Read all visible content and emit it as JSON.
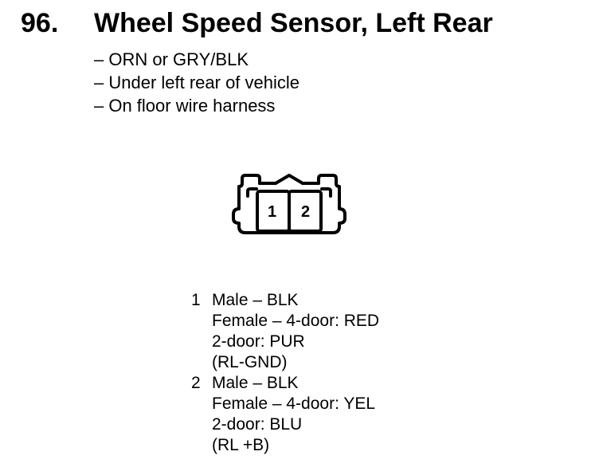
{
  "header": {
    "number": "96.",
    "title": "Wheel Speed Sensor, Left Rear"
  },
  "notes": [
    "– ORN or GRY/BLK",
    "– Under left rear of vehicle",
    "– On floor wire harness"
  ],
  "connector": {
    "pin_labels": [
      "1",
      "2"
    ]
  },
  "pins": [
    {
      "number": "1",
      "lines": [
        "Male – BLK",
        "Female – 4-door: RED",
        "2-door: PUR",
        "(RL-GND)"
      ]
    },
    {
      "number": "2",
      "lines": [
        "Male – BLK",
        "Female – 4-door: YEL",
        "2-door: BLU",
        "(RL +B)"
      ]
    }
  ]
}
